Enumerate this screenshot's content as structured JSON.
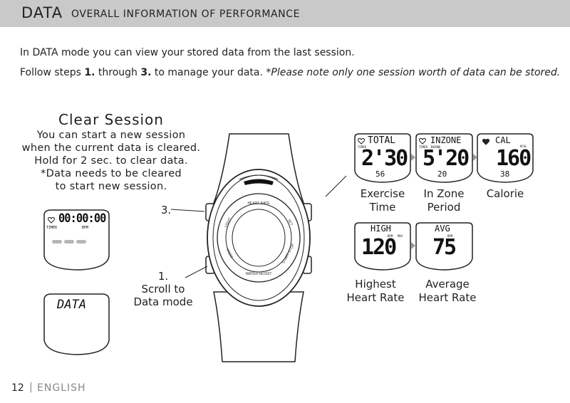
{
  "header": {
    "title": "DATA",
    "subtitle": "OVERALL INFORMATION OF PERFORMANCE"
  },
  "intro": {
    "line1": "In DATA mode you can view your stored data from the last session.",
    "line2_a": "Follow steps ",
    "line2_b": "1.",
    "line2_c": " through ",
    "line2_d": "3.",
    "line2_e": " to manage your data. ",
    "line2_note": "*Please note only one session worth of data can be stored."
  },
  "clear_session": {
    "title": "Clear Session",
    "lines": [
      "You can start a new session",
      "when the current data is cleared.",
      "Hold for 2 sec. to clear data.",
      "*Data needs to be cleared",
      "to start new session."
    ]
  },
  "watch": {
    "heart_rate": "HEART RATE",
    "water_resist": "WATER RESIST",
    "light": "LIGHT",
    "mode": "MODE",
    "set": "SET",
    "start_stop": "START STOP"
  },
  "steps": {
    "step3": "3.",
    "step1": "1.",
    "step1_line1": "Scroll to",
    "step1_line2": "Data mode"
  },
  "screens": {
    "session": {
      "digits": "00:00:00",
      "timer": "TIMER",
      "bpm": "BPM"
    },
    "data": {
      "text": "DATA"
    },
    "total": {
      "title": "TOTAL",
      "timer": "TIMER",
      "main": "2'30",
      "sub": "56"
    },
    "inzone": {
      "title": "INZONE",
      "timer": "TIMER",
      "inzone": "INZONE",
      "main": "5'20",
      "sub": "20"
    },
    "calorie": {
      "title": "CAL",
      "unit": "KCAL",
      "main": "160",
      "sub": "38"
    },
    "high": {
      "title": "HIGH",
      "bpm": "BPM",
      "max": "MAX",
      "main": "120"
    },
    "avg": {
      "title": "AVG",
      "bpm": "BPM",
      "main": "75"
    }
  },
  "labels": {
    "exercise": [
      "Exercise",
      "Time"
    ],
    "inzone": [
      "In Zone",
      "Period"
    ],
    "calorie": "Calorie",
    "highest": [
      "Highest",
      "Heart Rate"
    ],
    "average": [
      "Average",
      "Heart Rate"
    ]
  },
  "footer": {
    "page": "12",
    "separator": "|",
    "language": "ENGLISH"
  }
}
